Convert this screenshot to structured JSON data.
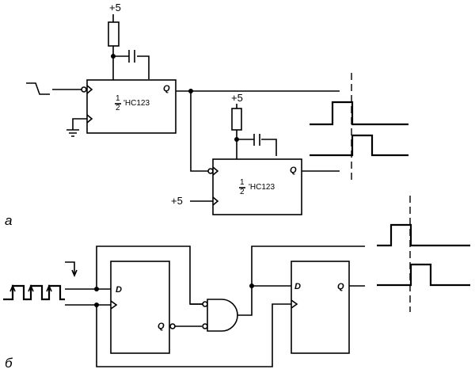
{
  "diagram_a": {
    "label": "а",
    "supply_top": "+5",
    "supply_mid": "+5",
    "supply_left": "+5",
    "ic1": {
      "half_num": "1",
      "half_den": "2",
      "part": "'HC123",
      "q": "Q"
    },
    "ic2": {
      "half_num": "1",
      "half_den": "2",
      "part": "'HC123",
      "q": "Q"
    }
  },
  "diagram_b": {
    "label": "б",
    "ff1": {
      "d": "D",
      "q": "Q"
    },
    "ff2": {
      "d": "D",
      "q": "Q"
    }
  }
}
